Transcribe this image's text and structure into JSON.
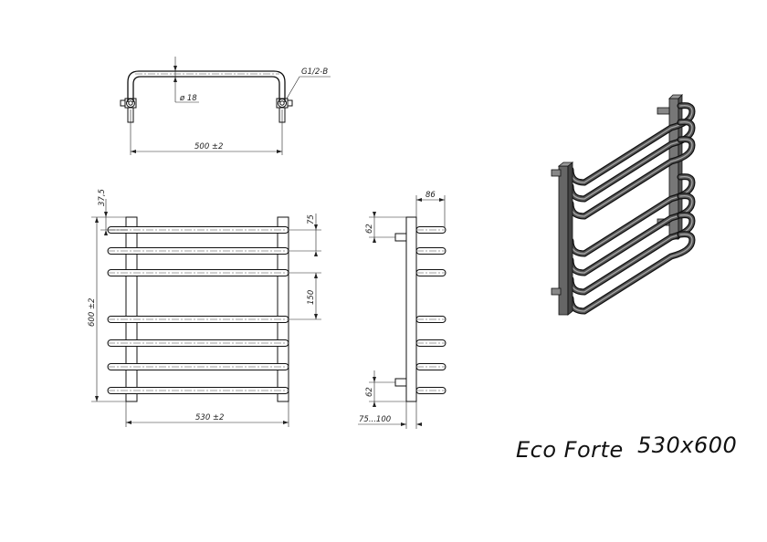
{
  "title": {
    "model": "Eco Forte",
    "size": "530x600"
  },
  "top_view": {
    "thread_label": "G1/2-B",
    "diameter_label": "ø 18",
    "width_label": "500 ±2"
  },
  "front_view": {
    "top_offset_label": "37,5",
    "spacing_label": "75",
    "gap_label": "150",
    "height_label": "600 ±2",
    "width_label": "530 ±2"
  },
  "side_view": {
    "depth_label": "86",
    "top_label": "62",
    "bottom_label": "62",
    "wall_label": "75...100"
  },
  "colors": {
    "line": "#111111",
    "tube": "#555555"
  }
}
